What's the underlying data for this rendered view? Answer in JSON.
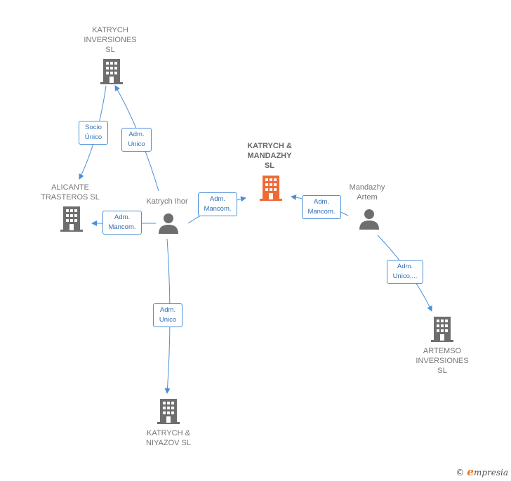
{
  "nodes": {
    "katrych_inversiones": {
      "label": "KATRYCH\nINVERSIONES\nSL",
      "kind": "company"
    },
    "alicante_trasteros": {
      "label": "ALICANTE\nTRASTEROS  SL",
      "kind": "company"
    },
    "katrych_mandazhy": {
      "label": "KATRYCH &\nMANDAZHY\nSL",
      "kind": "company-main"
    },
    "katrych_ihor": {
      "label": "Katrych Ihor",
      "kind": "person"
    },
    "mandazhy_artem": {
      "label": "Mandazhy\nArtem",
      "kind": "person"
    },
    "artemso_inversiones": {
      "label": "ARTEMSO\nINVERSIONES\nSL",
      "kind": "company"
    },
    "katrych_niyazov": {
      "label": "KATRYCH &\nNIYAZOV  SL",
      "kind": "company"
    }
  },
  "edges": {
    "socio_unico": {
      "label": "Socio\nÚnico"
    },
    "ihor_adm_unico_katrych_inv": {
      "label": "Adm.\nUnico"
    },
    "ihor_adm_mancom_main": {
      "label": "Adm.\nMancom."
    },
    "ihor_adm_mancom_alicante": {
      "label": "Adm.\nMancom."
    },
    "ihor_adm_unico_niyazov": {
      "label": "Adm.\nUnico"
    },
    "artem_adm_mancom_main": {
      "label": "Adm.\nMancom."
    },
    "artem_adm_unico_artemso": {
      "label": "Adm.\nUnico,..."
    }
  },
  "colors": {
    "edge": "#4a90d9",
    "company_icon": "#6e6e6e",
    "main_company_icon": "#f06a35",
    "person_icon": "#6e6e6e"
  },
  "branding": {
    "copyright_symbol": "©",
    "brand_initial": "e",
    "brand_rest": "mpresia"
  }
}
